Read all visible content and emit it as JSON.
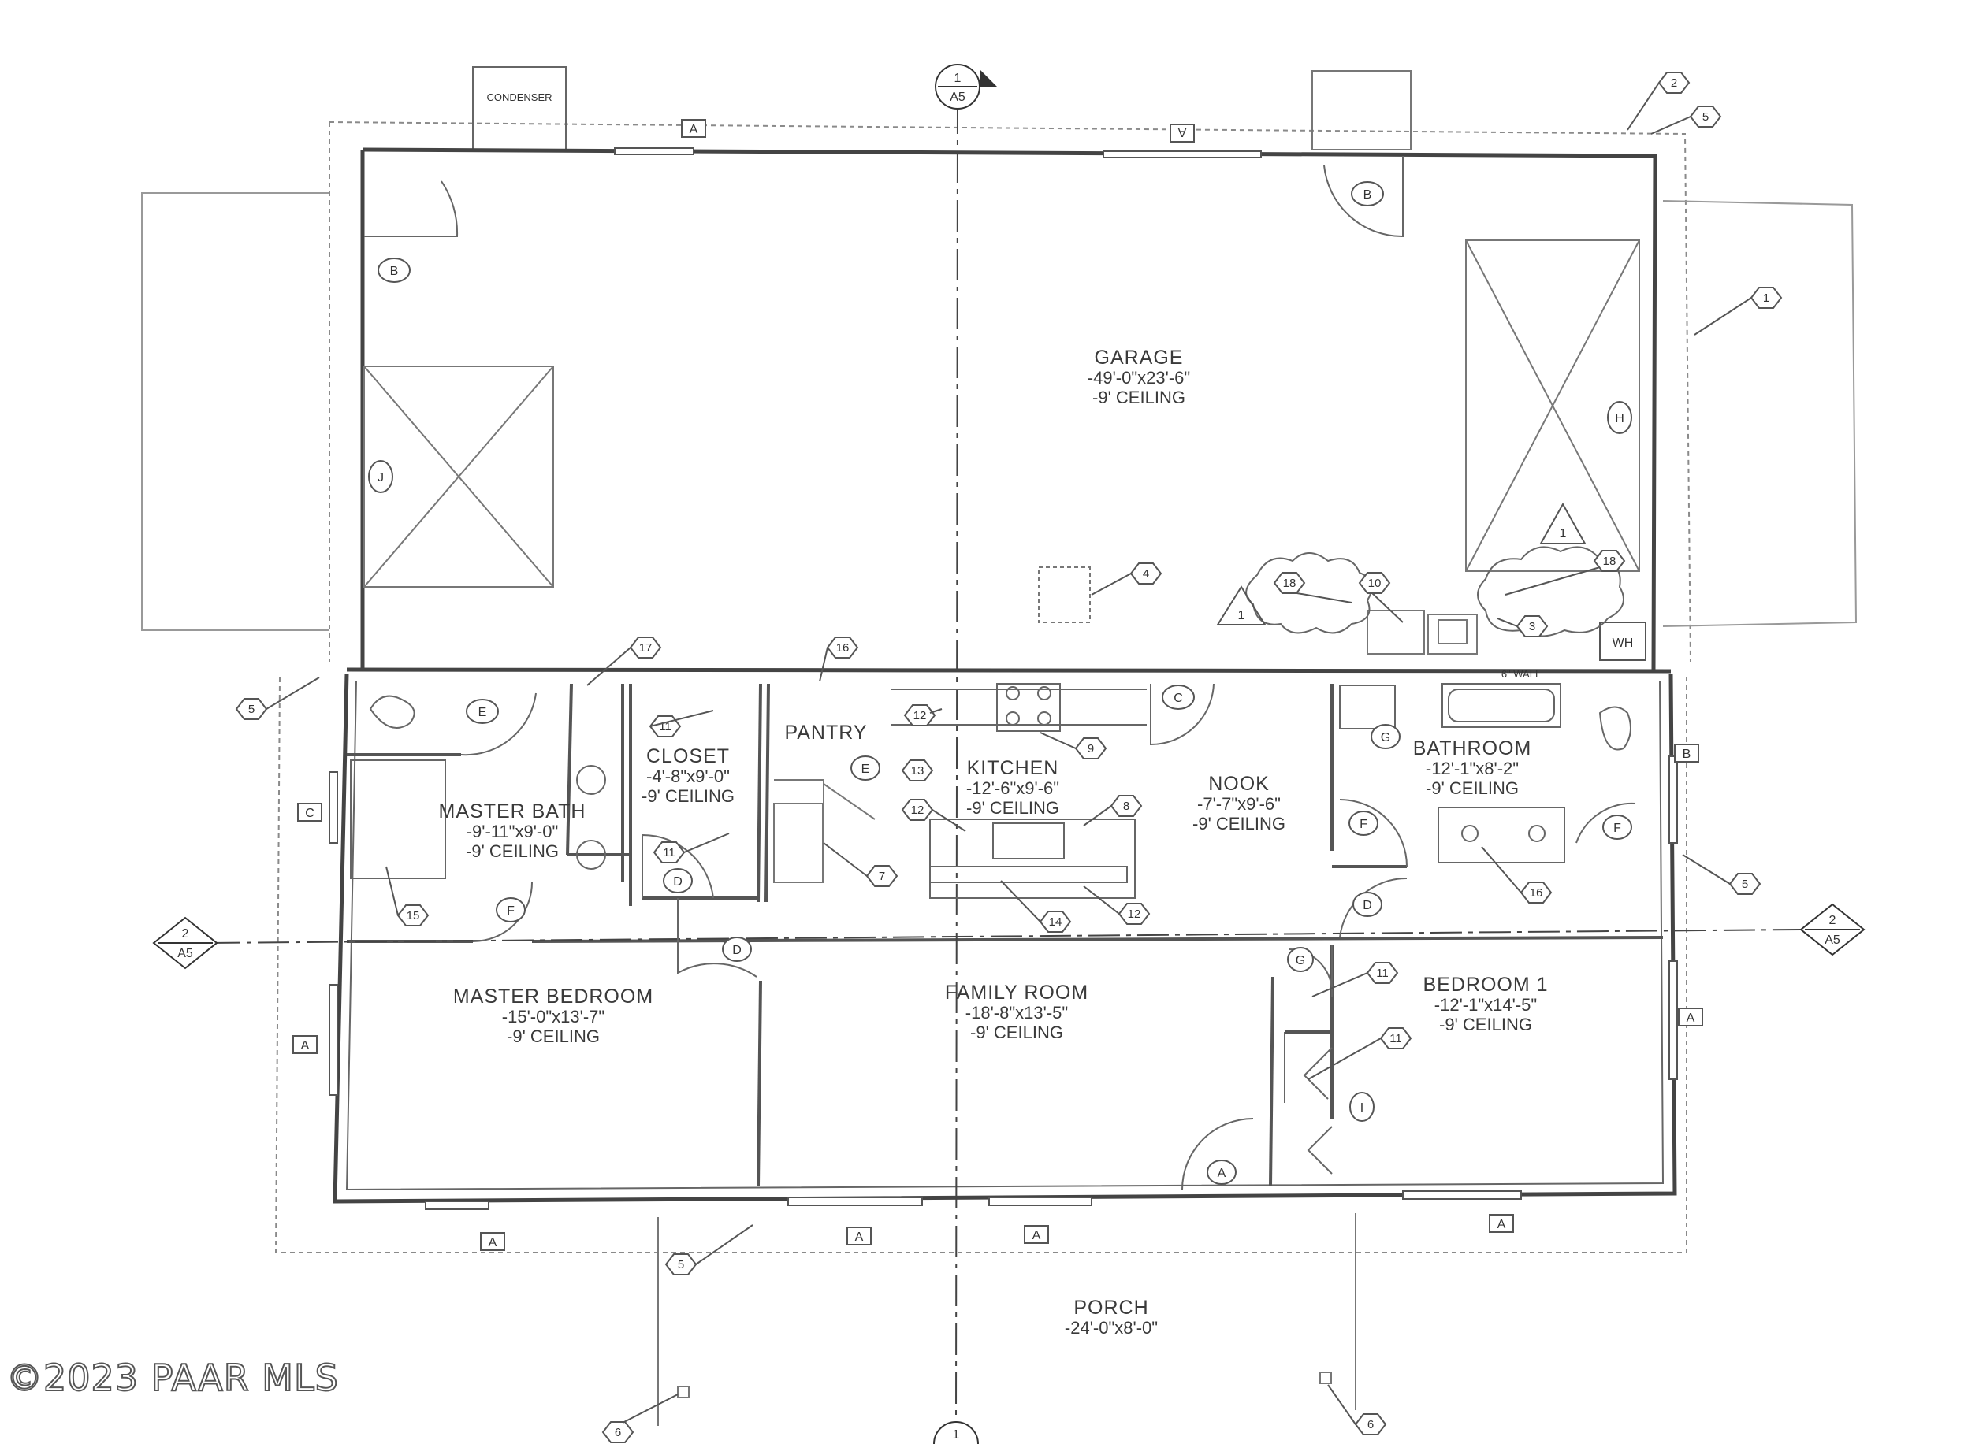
{
  "rooms": {
    "garage": {
      "name": "GARAGE",
      "dim": "-49'-0\"x23'-6\"",
      "ceiling": "-9' CEILING"
    },
    "pantry": {
      "name": "PANTRY"
    },
    "kitchen": {
      "name": "KITCHEN",
      "dim": "-12'-6\"x9'-6\"",
      "ceiling": "-9' CEILING"
    },
    "nook": {
      "name": "NOOK",
      "dim": "-7'-7\"x9'-6\"",
      "ceiling": "-9' CEILING"
    },
    "closet": {
      "name": "CLOSET",
      "dim": "-4'-8\"x9'-0\"",
      "ceiling": "-9' CEILING"
    },
    "master_bath": {
      "name": "MASTER BATH",
      "dim": "-9'-11\"x9'-0\"",
      "ceiling": "-9' CEILING"
    },
    "bathroom": {
      "name": "BATHROOM",
      "dim": "-12'-1\"x8'-2\"",
      "ceiling": "-9' CEILING"
    },
    "master_bedroom": {
      "name": "MASTER BEDROOM",
      "dim": "-15'-0\"x13'-7\"",
      "ceiling": "-9' CEILING"
    },
    "family_room": {
      "name": "FAMILY ROOM",
      "dim": "-18'-8\"x13'-5\"",
      "ceiling": "-9' CEILING"
    },
    "bedroom_1": {
      "name": "BEDROOM 1",
      "dim": "-12'-1\"x14'-5\"",
      "ceiling": "-9' CEILING"
    },
    "porch": {
      "name": "PORCH",
      "dim": "-24'-0\"x8'-0\""
    }
  },
  "labels": {
    "condenser": "CONDENSER",
    "water_heater": "WH",
    "wall_note": "6\" WALL"
  },
  "section_markers": {
    "s1": {
      "num": "1",
      "sheet": "A5"
    },
    "s2": {
      "num": "2",
      "sheet": "A5"
    }
  },
  "letters": {
    "A": "A",
    "B": "B",
    "C": "C",
    "D": "D",
    "E": "E",
    "F": "F",
    "G": "G",
    "H": "H",
    "I": "I",
    "J": "J"
  },
  "numbers": {
    "n1": "1",
    "n2": "2",
    "n3": "3",
    "n4": "4",
    "n5": "5",
    "n6": "6",
    "n7": "7",
    "n8": "8",
    "n9": "9",
    "n10": "10",
    "n11": "11",
    "n12": "12",
    "n13": "13",
    "n14": "14",
    "n15": "15",
    "n16": "16",
    "n17": "17",
    "n18": "18"
  },
  "revision_mark": "1",
  "watermark": "©2023 PAAR MLS",
  "colors": {
    "line": "#5a5a5a",
    "wall": "#444444",
    "paper": "#ffffff"
  }
}
